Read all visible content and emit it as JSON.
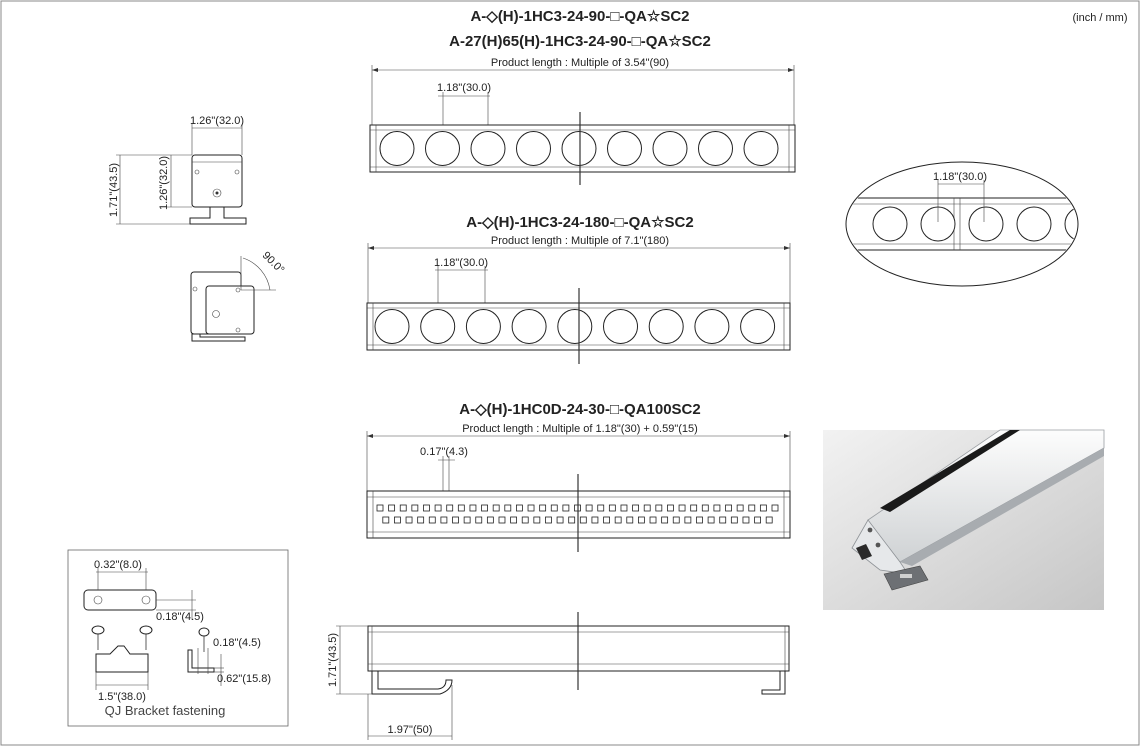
{
  "unit_note": "(inch / mm)",
  "section1": {
    "title1": "A-◇(H)-1HC3-24-90-□-QA☆SC2",
    "title2": "A-27(H)65(H)-1HC3-24-90-□-QA☆SC2",
    "product_length": "Product length : Multiple of 3.54\"(90)",
    "pitch": "1.18\"(30.0)"
  },
  "section2": {
    "title": "A-◇(H)-1HC3-24-180-□-QA☆SC2",
    "product_length": "Product length : Multiple of 7.1\"(180)",
    "pitch": "1.18\"(30.0)"
  },
  "section3": {
    "title": "A-◇(H)-1HC0D-24-30-□-QA100SC2",
    "product_length": "Product length : Multiple of 1.18\"(30) + 0.59\"(15)",
    "pitch": "0.17\"(4.3)"
  },
  "end_view": {
    "width": "1.26\"(32.0)",
    "height_total": "1.71\"(43.5)",
    "height_body": "1.26\"(32.0)",
    "angle": "90.0°"
  },
  "detail": {
    "pitch": "1.18\"(30.0)"
  },
  "side_view": {
    "height": "1.71\"(43.5)",
    "bracket_len": "1.97\"(50)"
  },
  "bracket_box": {
    "title": "QJ Bracket fastening",
    "hole_spacing": "0.32\"(8.0)",
    "hole_offset": "0.18\"(4.5)",
    "side_offset": "0.18\"(4.5)",
    "side_height": "0.62\"(15.8)",
    "base_len": "1.5\"(38.0)"
  }
}
